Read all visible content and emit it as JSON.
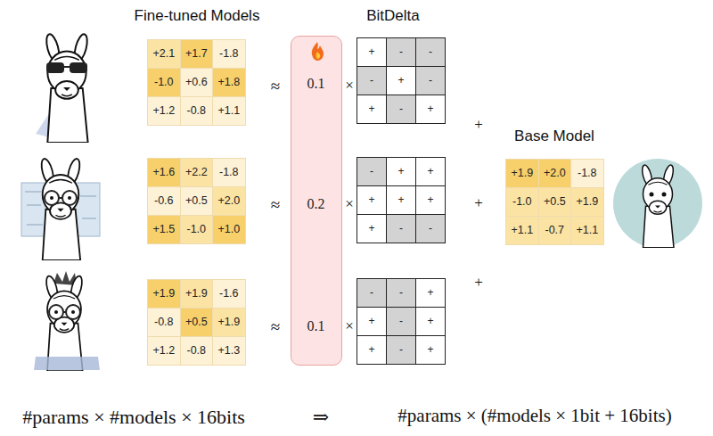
{
  "diagram": {
    "nodes": [
      {
        "text": [
          "+2.1",
          "+1.7",
          "-1.8",
          "-1.0",
          "+0.6",
          "+1.8",
          "+1.2",
          "-0.8",
          "+1.1"
        ]
      },
      {
        "text": [
          "+1.6",
          "+2.2",
          "-1.8",
          "-0.6",
          "+0.5",
          "+2.0",
          "+1.5",
          "-1.0",
          "+1.0"
        ]
      },
      {
        "text": [
          "+1.9",
          "+1.9",
          "-1.6",
          "-0.8",
          "+0.5",
          "+1.9",
          "+1.2",
          "-0.8",
          "+1.3"
        ]
      },
      {
        "text": [
          "0.1",
          "0.2",
          "0.1"
        ]
      },
      {
        "text": [
          "+",
          "-",
          "-",
          "-",
          "+",
          "-",
          "+",
          "-",
          "+"
        ]
      },
      {
        "text": [
          "-",
          "+",
          "+",
          "+",
          "+",
          "+",
          "+",
          "-",
          "-"
        ]
      },
      {
        "text": [
          "-",
          "-",
          "+",
          "+",
          "-",
          "+",
          "+",
          "-",
          "+"
        ]
      },
      {
        "text": [
          "+1.9",
          "+2.0",
          "-1.8",
          "-1.0",
          "+0.5",
          "+1.9",
          "+1.1",
          "-0.7",
          "+1.1"
        ]
      }
    ],
    "labels": [
      "Fine-tuned Models",
      "BitDelta",
      "Base Model",
      "≈",
      "≈",
      "≈",
      "×",
      "×",
      "×",
      "+",
      "+",
      "+",
      "#params × #models × 16bits",
      "⇒",
      "#params × (#models × 1bit + 16bits)"
    ]
  }
}
